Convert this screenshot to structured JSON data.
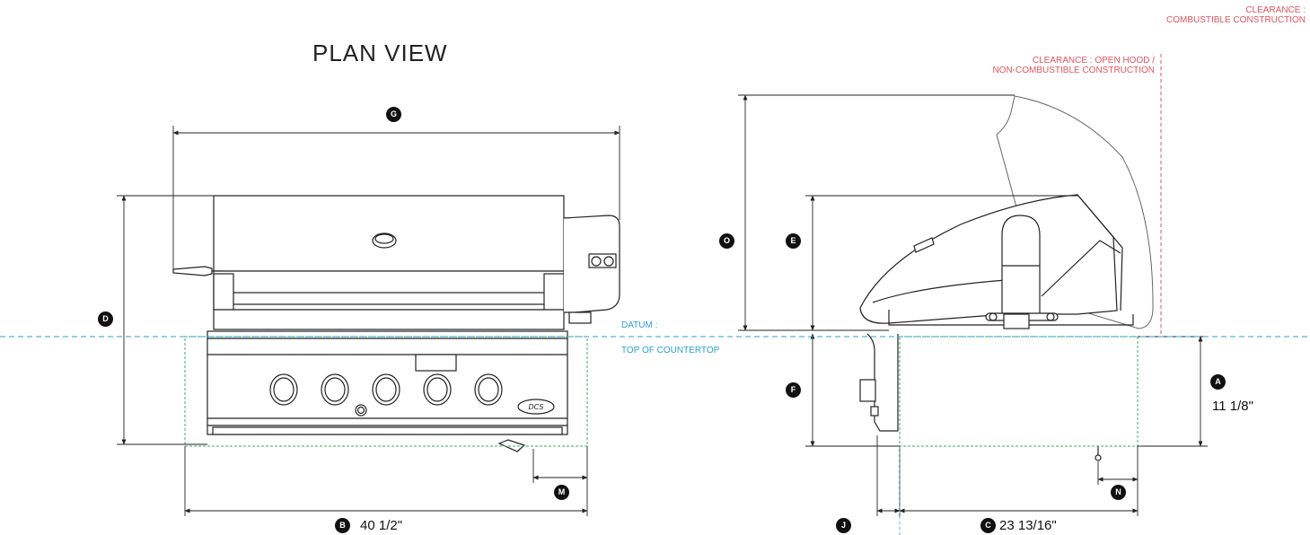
{
  "view_title": "PLAN VIEW",
  "clearance_combustible": [
    "CLEARANCE :",
    "COMBUSTIBLE CONSTRUCTION"
  ],
  "clearance_open_hood": [
    "CLEARANCE : OPEN HOOD /",
    "NON-COMBUSTIBLE CONSTRUCTION"
  ],
  "datum": [
    "DATUM :",
    "TOP OF COUNTERTOP"
  ],
  "brand": "DCS",
  "markers": {
    "A": "A",
    "B": "B",
    "C": "C",
    "D": "D",
    "E": "E",
    "F": "F",
    "G": "G",
    "J": "J",
    "M": "M",
    "N": "N",
    "O": "O"
  },
  "dimensions": {
    "A": "11 1/8\"",
    "B": "40 1/2\"",
    "C": "23 13/16\""
  },
  "colors": {
    "datum_line": "#2a9fd0",
    "clearance_line": "#e0545e",
    "cutout_outline": "#3fae5e",
    "drawing_line": "#222222"
  }
}
